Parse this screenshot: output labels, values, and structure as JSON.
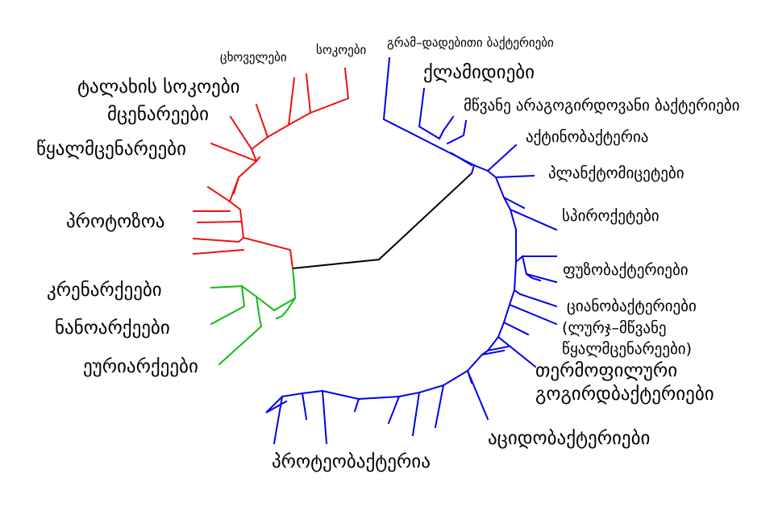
{
  "colors": {
    "bacteria": "#0000ee",
    "eukaryota": "#ee1111",
    "archaea": "#11bb11",
    "root": "#000000"
  },
  "labels": {
    "animals": "ცხოველები",
    "fungi_a": "სოკოები",
    "gram_positive": "გრამ–დადებითი ბაქტერიები",
    "chlamydiae": "ქლამიდიები",
    "green_nonsulfur": "მწვანე არაგოგირდოვანი ბაქტერიები",
    "actinobacteria": "აქტინობაქტერია",
    "planctomycetes": "პლანქტომიცეტები",
    "spirochaetes": "სპიროქეტები",
    "fusobacteria": "ფუზობაქტერიები",
    "cyanobacteria_1": "ციანობაქტერიები",
    "cyanobacteria_2": "(ლურჯ–მწვანე",
    "cyanobacteria_3": "წყალმცენარეები)",
    "thermophilic_1": "თერმოფილური",
    "thermophilic_2": "გოგირდბაქტერიები",
    "acidobacteria": "აციდობაქტერიები",
    "proteobacteria": "პროტეობაქტერია",
    "slime_molds": "ტალახის სოკოები",
    "plants": "მცენარეები",
    "algae": "წყალმცენარეები",
    "protozoa": "პროტოზოა",
    "crenarchaeota": "კრენარქეები",
    "nanoarchaeota": "ნანოარქეები",
    "euryarchaeota": "ეურიარქეები"
  }
}
